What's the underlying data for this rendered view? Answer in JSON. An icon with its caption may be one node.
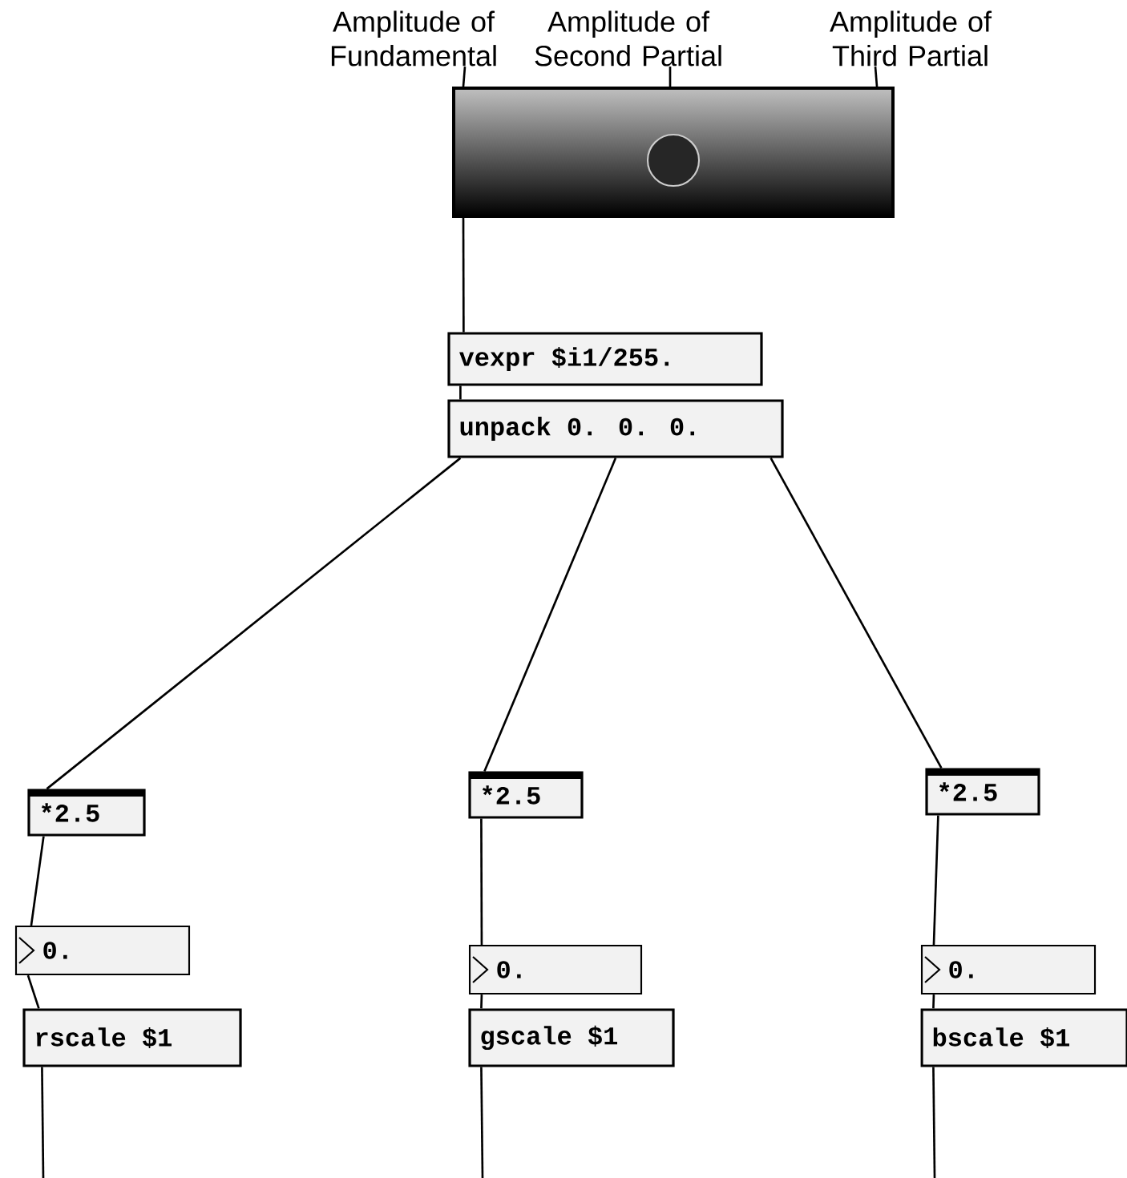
{
  "diagram": {
    "nodes": [
      {
        "text": [
          "Amplitude of Fundamental"
        ]
      },
      {
        "text": [
          "Amplitude of Second Partial"
        ]
      },
      {
        "text": [
          "Amplitude of Third Partial"
        ]
      },
      {
        "text": [],
        "shape": "picture"
      },
      {
        "text": [
          "vexpr $i1/255."
        ]
      },
      {
        "text": [
          "unpack 0. 0. 0."
        ]
      },
      {
        "text": [
          "*2.5"
        ]
      },
      {
        "text": [
          "*2.5"
        ]
      },
      {
        "text": [
          "*2.5"
        ]
      },
      {
        "text": [
          "0."
        ]
      },
      {
        "text": [
          "0."
        ]
      },
      {
        "text": [
          "0."
        ]
      },
      {
        "text": [
          "rscale $1"
        ]
      },
      {
        "text": [
          "gscale $1"
        ]
      },
      {
        "text": [
          "bscale $1"
        ]
      }
    ],
    "edges": [
      {
        "from": 0,
        "to": 3,
        "arrow": "none"
      },
      {
        "from": 1,
        "to": 3,
        "arrow": "none"
      },
      {
        "from": 2,
        "to": 3,
        "arrow": "none"
      },
      {
        "from": 3,
        "to": 4,
        "arrow": "none"
      },
      {
        "from": 4,
        "to": 5,
        "arrow": "none"
      },
      {
        "from": 5,
        "to": 6,
        "arrow": "none"
      },
      {
        "from": 5,
        "to": 7,
        "arrow": "none"
      },
      {
        "from": 5,
        "to": 8,
        "arrow": "none"
      },
      {
        "from": 6,
        "to": 9,
        "arrow": "none"
      },
      {
        "from": 7,
        "to": 10,
        "arrow": "none"
      },
      {
        "from": 8,
        "to": 11,
        "arrow": "none"
      },
      {
        "from": 9,
        "to": 12,
        "arrow": "none"
      },
      {
        "from": 10,
        "to": 13,
        "arrow": "none"
      },
      {
        "from": 11,
        "to": 14,
        "arrow": "none"
      },
      {
        "from": 12,
        "to": null,
        "arrow": "none"
      },
      {
        "from": 13,
        "to": null,
        "arrow": "none"
      },
      {
        "from": 14,
        "to": null,
        "arrow": "none"
      }
    ]
  }
}
